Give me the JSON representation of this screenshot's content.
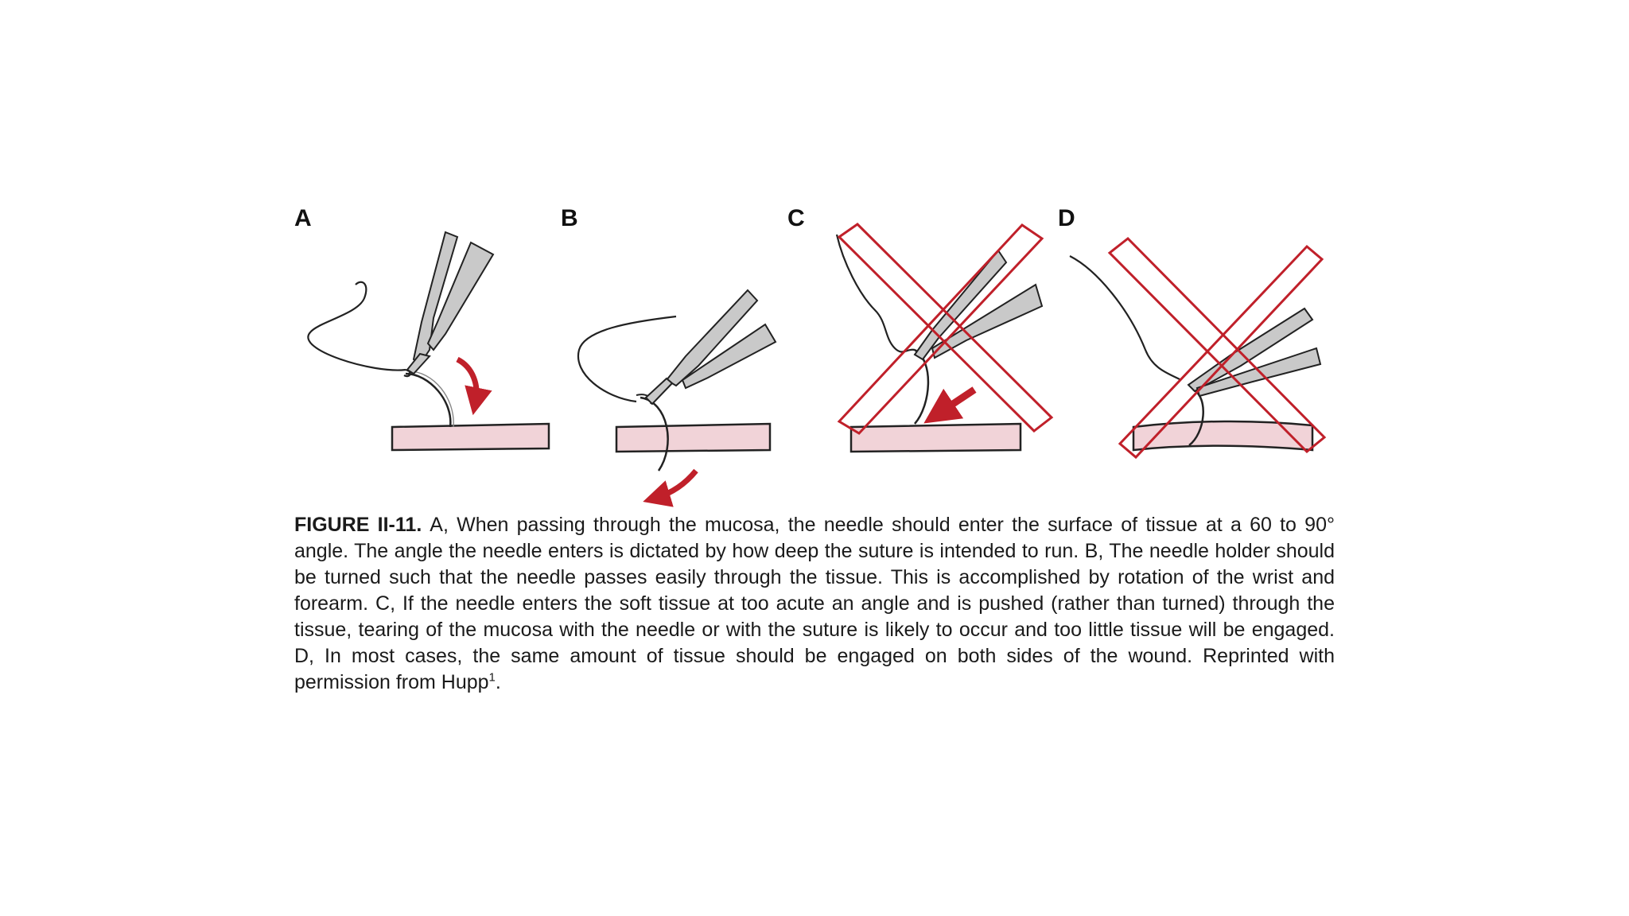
{
  "figure": {
    "panels": [
      {
        "id": "a",
        "label": "A"
      },
      {
        "id": "b",
        "label": "B"
      },
      {
        "id": "c",
        "label": "C"
      },
      {
        "id": "d",
        "label": "D"
      }
    ],
    "colors": {
      "tissue_fill": "#f1d3d8",
      "tissue_stroke": "#222222",
      "arrow_red": "#c0202a",
      "cross_red": "#c0202a",
      "instrument_fill": "#c9c9c9",
      "line": "#222222"
    }
  },
  "caption": {
    "figure_number": "FIGURE II-11.",
    "body": "A, When passing through the mucosa, the needle should enter the surface of tissue at a 60 to 90° angle. The angle the needle enters is dictated by how deep the suture is intended to run. B, The needle holder should be turned such that the needle passes easily through the tissue. This is accomplished by rotation of the wrist and forearm. C, If the needle enters the soft tissue at too acute an angle and is pushed (rather than turned) through the tissue, tearing of the mucosa with the needle or with the suture is likely to occur and too little tissue will be engaged. D, In most cases, the same amount of tissue should be engaged on both sides of the wound. Reprinted with permission from Hupp",
    "reference_mark": "1",
    "end": "."
  }
}
